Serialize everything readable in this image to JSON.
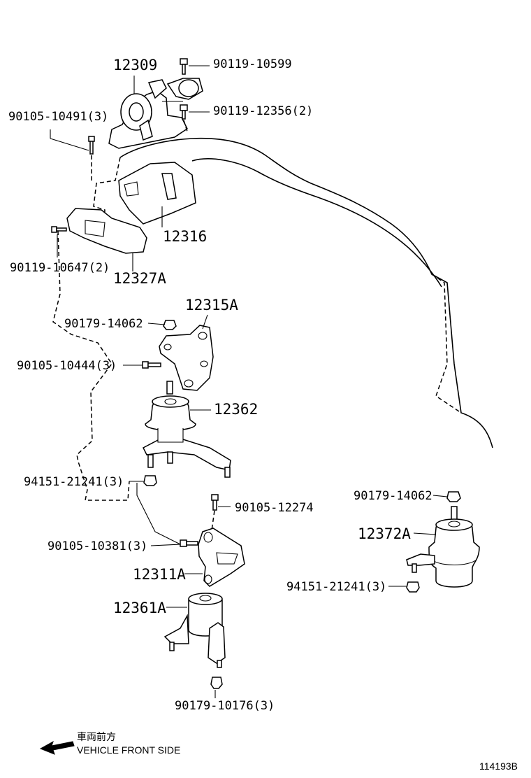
{
  "diagram": {
    "labels": {
      "p12309": "12309",
      "p90119_10599": "90119-10599",
      "p90119_12356": "90119-12356(2)",
      "p90105_10491": "90105-10491(3)",
      "p12316": "12316",
      "p90119_10647": "90119-10647(2)",
      "p12327A": "12327A",
      "p12315A": "12315A",
      "p90179_14062_a": "90179-14062",
      "p90105_10444": "90105-10444(3)",
      "p12362": "12362",
      "p94151_21241_a": "94151-21241(3)",
      "p90105_12274": "90105-12274",
      "p90179_14062_b": "90179-14062",
      "p12372A": "12372A",
      "p90105_10381": "90105-10381(3)",
      "p12311A": "12311A",
      "p94151_21241_b": "94151-21241(3)",
      "p12361A": "12361A",
      "p90179_10176": "90179-10176(3)"
    },
    "legend": {
      "jp": "車両前方",
      "en": "VEHICLE FRONT SIDE",
      "arrow_icon": "left-arrow-icon"
    },
    "figure_id": "114193B"
  }
}
